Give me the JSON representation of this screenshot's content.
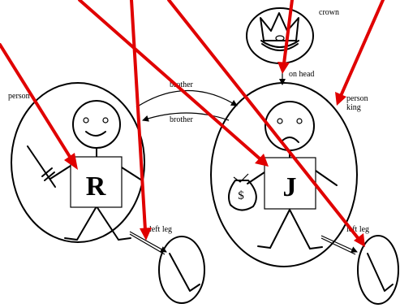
{
  "labels": {
    "crown": "crown",
    "on_head": "on head",
    "person_left": "person",
    "person_right": "person",
    "king": "king",
    "brother_top": "brother",
    "brother_bottom": "brother",
    "left_leg_left": "left leg",
    "left_leg_right": "left leg"
  },
  "boxes": {
    "richard": "R",
    "john": "J"
  },
  "money_sign": "$",
  "colors": {
    "ink": "#000000",
    "arrow": "#e00000",
    "background": "#ffffff"
  },
  "icons": [
    "crown-icon",
    "sword-icon",
    "money-bag-icon",
    "smiley-face-icon",
    "frown-face-icon"
  ]
}
